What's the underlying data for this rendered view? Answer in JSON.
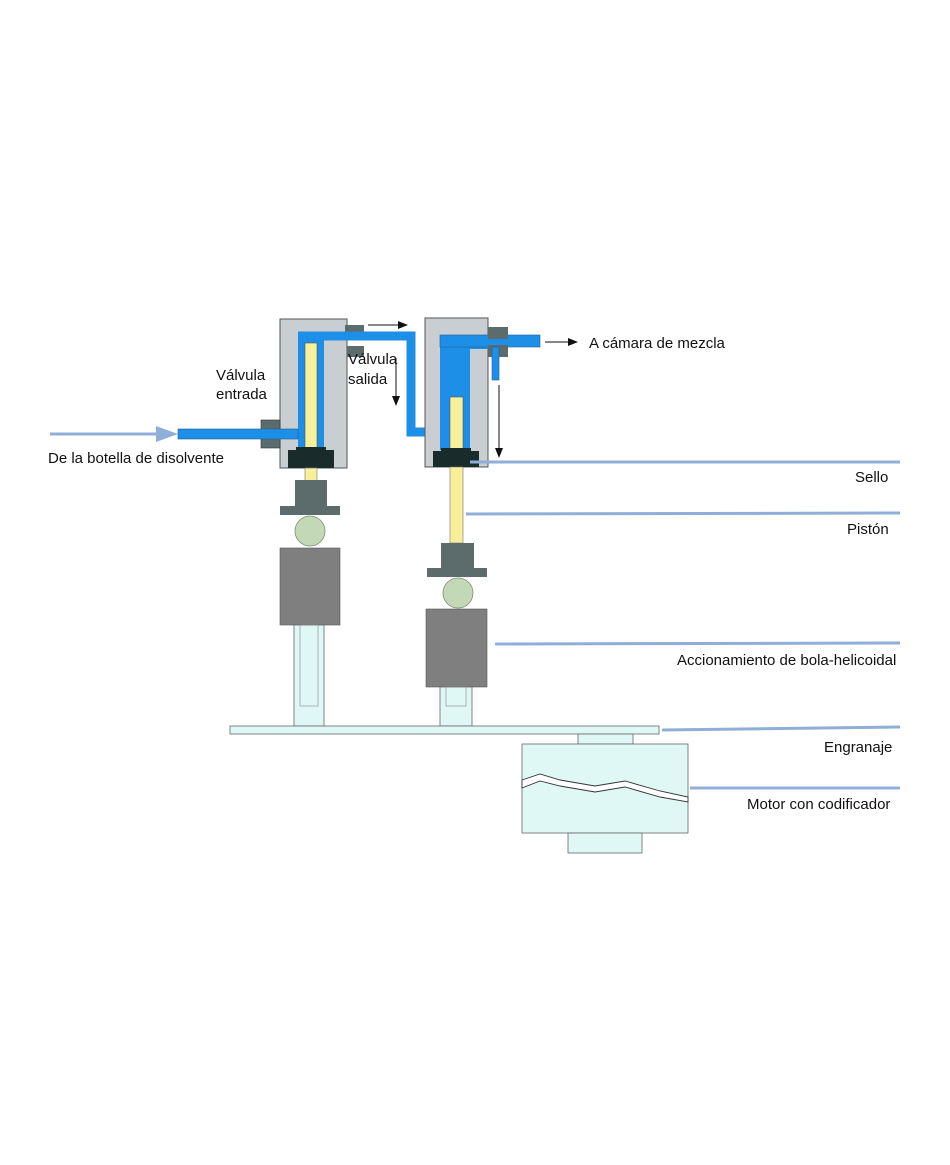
{
  "labels": {
    "solvent_source": "De la botella de disolvente",
    "inlet_valve_line1": "Válvula",
    "inlet_valve_line2": "entrada",
    "outlet_valve_line1": "Válvula",
    "outlet_valve_line2": "salida",
    "mixing_chamber": "A cámara de mezcla",
    "seal": "Sello",
    "piston": "Pistón",
    "ball_screw_drive": "Accionamiento de bola-helicoidal",
    "gear": "Engranaje",
    "motor_encoder": "Motor con codificador"
  },
  "colors": {
    "chamber_body": "#c8ced2",
    "chamber_outline": "#555555",
    "solvent_blue": "#1e8fe6",
    "piston_yellow": "#f8ef9a",
    "seal_dark": "#1a2b2b",
    "valve_gray": "#5c6b6b",
    "ball_green": "#c3d9b6",
    "drive_gray": "#7f7f7f",
    "pale_cyan": "#dff8f6",
    "leader_blue": "#8faed8"
  }
}
